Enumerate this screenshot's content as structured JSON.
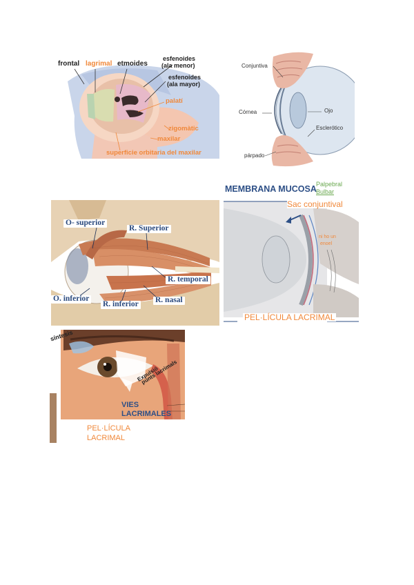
{
  "orbit": {
    "labels": {
      "frontal": "frontal",
      "lagrimal": "lagrimal",
      "etmoides": "etmoides",
      "esfenoides_menor_1": "esfenoides",
      "esfenoides_menor_2": "(ala menor)",
      "esfenoides_mayor_1": "esfenoides",
      "esfenoides_mayor_2": "(ala mayor)",
      "palati": "palatí",
      "zigomatic": "zigomàtic",
      "maxilar": "maxilar",
      "superficie": "superficie orbitaria del maxilar"
    }
  },
  "eyelid": {
    "labels": {
      "conjuntiva": "Conjuntiva",
      "cornea": "Córnea",
      "ojo": "Ojo",
      "esclerotico": "Esclerótico",
      "parpado": "párpado"
    }
  },
  "muscles": {
    "labels": {
      "o_superior": "O- superior",
      "r_superior": "R. Superior",
      "r_temporal": "R. temporal",
      "o_inferior": "O. inferior",
      "r_inferior": "R. inferior",
      "r_nasal": "R. nasal"
    }
  },
  "mucosa": {
    "labels": {
      "title": "MEMBRANA MUCOSA",
      "palpebral": "Palpebral",
      "bulbar": "Bulbar",
      "sac": "Sac conjuntival",
      "ni_ho_un_1": "ni ho un",
      "ni_ho_un_2": "enoel",
      "pelicula": "PEL·LÍCULA LACRIMAL"
    }
  },
  "lacrimal": {
    "labels": {
      "sintesis": "síntesis",
      "expulsio": "Expulsió",
      "punts": "punts lacrimals",
      "vies_1": "VIES",
      "vies_2": "LACRIMALES",
      "pelicula_1": "PEL·LÍCULA",
      "pelicula_2": "LACRIMAL"
    }
  },
  "colors": {
    "orange": "#f0883a",
    "navy": "#2d4f86",
    "green": "#6aa84f",
    "muscle_label": "#2b4a7e"
  }
}
